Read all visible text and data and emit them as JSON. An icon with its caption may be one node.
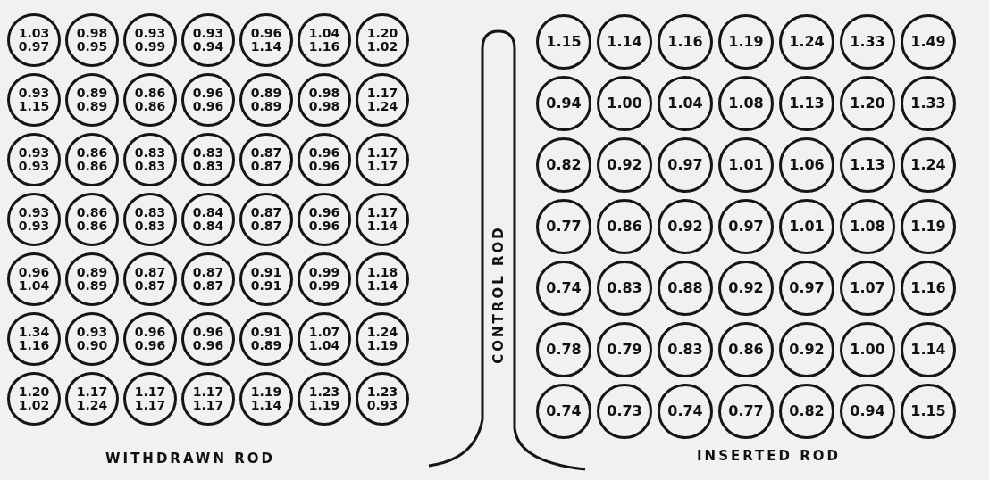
{
  "diagram": {
    "nodes": [
      {
        "text": [
          "1.03",
          "0.97"
        ]
      },
      {
        "text": [
          "0.98",
          "0.95"
        ]
      },
      {
        "text": [
          "0.93",
          "0.99"
        ]
      },
      {
        "text": [
          "0.93",
          "0.94"
        ]
      },
      {
        "text": [
          "0.96",
          "1.14"
        ]
      },
      {
        "text": [
          "1.04",
          "1.16"
        ]
      },
      {
        "text": [
          "1.20",
          "1.02"
        ]
      },
      {
        "text": [
          "0.93",
          "1.15"
        ]
      },
      {
        "text": [
          "0.89",
          "0.89"
        ]
      },
      {
        "text": [
          "0.86",
          "0.86"
        ]
      },
      {
        "text": [
          "0.96",
          "0.96"
        ]
      },
      {
        "text": [
          "0.89",
          "0.89"
        ]
      },
      {
        "text": [
          "0.98",
          "0.98"
        ]
      },
      {
        "text": [
          "1.17",
          "1.24"
        ]
      },
      {
        "text": [
          "0.93",
          "0.93"
        ]
      },
      {
        "text": [
          "0.86",
          "0.86"
        ]
      },
      {
        "text": [
          "0.83",
          "0.83"
        ]
      },
      {
        "text": [
          "0.83",
          "0.83"
        ]
      },
      {
        "text": [
          "0.87",
          "0.87"
        ]
      },
      {
        "text": [
          "0.96",
          "0.96"
        ]
      },
      {
        "text": [
          "1.17",
          "1.17"
        ]
      },
      {
        "text": [
          "0.93",
          "0.93"
        ]
      },
      {
        "text": [
          "0.86",
          "0.86"
        ]
      },
      {
        "text": [
          "0.83",
          "0.83"
        ]
      },
      {
        "text": [
          "0.84",
          "0.84"
        ]
      },
      {
        "text": [
          "0.87",
          "0.87"
        ]
      },
      {
        "text": [
          "0.96",
          "0.96"
        ]
      },
      {
        "text": [
          "1.17",
          "1.14"
        ]
      },
      {
        "text": [
          "0.96",
          "1.04"
        ]
      },
      {
        "text": [
          "0.89",
          "0.89"
        ]
      },
      {
        "text": [
          "0.87",
          "0.87"
        ]
      },
      {
        "text": [
          "0.87",
          "0.87"
        ]
      },
      {
        "text": [
          "0.91",
          "0.91"
        ]
      },
      {
        "text": [
          "0.99",
          "0.99"
        ]
      },
      {
        "text": [
          "1.18",
          "1.14"
        ]
      },
      {
        "text": [
          "1.34",
          "1.16"
        ]
      },
      {
        "text": [
          "0.93",
          "0.90"
        ]
      },
      {
        "text": [
          "0.96",
          "0.96"
        ]
      },
      {
        "text": [
          "0.96",
          "0.96"
        ]
      },
      {
        "text": [
          "0.91",
          "0.89"
        ]
      },
      {
        "text": [
          "1.07",
          "1.04"
        ]
      },
      {
        "text": [
          "1.24",
          "1.19"
        ]
      },
      {
        "text": [
          "1.20",
          "1.02"
        ]
      },
      {
        "text": [
          "1.17",
          "1.24"
        ]
      },
      {
        "text": [
          "1.17",
          "1.17"
        ]
      },
      {
        "text": [
          "1.17",
          "1.17"
        ]
      },
      {
        "text": [
          "1.19",
          "1.14"
        ]
      },
      {
        "text": [
          "1.23",
          "1.19"
        ]
      },
      {
        "text": [
          "1.23",
          "0.93"
        ]
      },
      {
        "text": [
          "CONTROL ROD"
        ]
      },
      {
        "text": [
          "1.15"
        ]
      },
      {
        "text": [
          "1.14"
        ]
      },
      {
        "text": [
          "1.16"
        ]
      },
      {
        "text": [
          "1.19"
        ]
      },
      {
        "text": [
          "1.24"
        ]
      },
      {
        "text": [
          "1.33"
        ]
      },
      {
        "text": [
          "1.49"
        ]
      },
      {
        "text": [
          "0.94"
        ]
      },
      {
        "text": [
          "1.00"
        ]
      },
      {
        "text": [
          "1.04"
        ]
      },
      {
        "text": [
          "1.08"
        ]
      },
      {
        "text": [
          "1.13"
        ]
      },
      {
        "text": [
          "1.20"
        ]
      },
      {
        "text": [
          "1.33"
        ]
      },
      {
        "text": [
          "0.82"
        ]
      },
      {
        "text": [
          "0.92"
        ]
      },
      {
        "text": [
          "0.97"
        ]
      },
      {
        "text": [
          "1.01"
        ]
      },
      {
        "text": [
          "1.06"
        ]
      },
      {
        "text": [
          "1.13"
        ]
      },
      {
        "text": [
          "1.24"
        ]
      },
      {
        "text": [
          "0.77"
        ]
      },
      {
        "text": [
          "0.86"
        ]
      },
      {
        "text": [
          "0.92"
        ]
      },
      {
        "text": [
          "0.97"
        ]
      },
      {
        "text": [
          "1.01"
        ]
      },
      {
        "text": [
          "1.08"
        ]
      },
      {
        "text": [
          "1.19"
        ]
      },
      {
        "text": [
          "0.74"
        ]
      },
      {
        "text": [
          "0.83"
        ]
      },
      {
        "text": [
          "0.88"
        ]
      },
      {
        "text": [
          "0.92"
        ]
      },
      {
        "text": [
          "0.97"
        ]
      },
      {
        "text": [
          "1.07"
        ]
      },
      {
        "text": [
          "1.16"
        ]
      },
      {
        "text": [
          "0.78"
        ]
      },
      {
        "text": [
          "0.79"
        ]
      },
      {
        "text": [
          "0.83"
        ]
      },
      {
        "text": [
          "0.86"
        ]
      },
      {
        "text": [
          "0.92"
        ]
      },
      {
        "text": [
          "1.00"
        ]
      },
      {
        "text": [
          "1.14"
        ]
      },
      {
        "text": [
          "0.74"
        ]
      },
      {
        "text": [
          "0.73"
        ]
      },
      {
        "text": [
          "0.74"
        ]
      },
      {
        "text": [
          "0.77"
        ]
      },
      {
        "text": [
          "0.82"
        ]
      },
      {
        "text": [
          "0.94"
        ]
      },
      {
        "text": [
          "1.15"
        ]
      }
    ],
    "labels": [
      "WITHDRAWN ROD",
      "INSERTED ROD"
    ]
  }
}
